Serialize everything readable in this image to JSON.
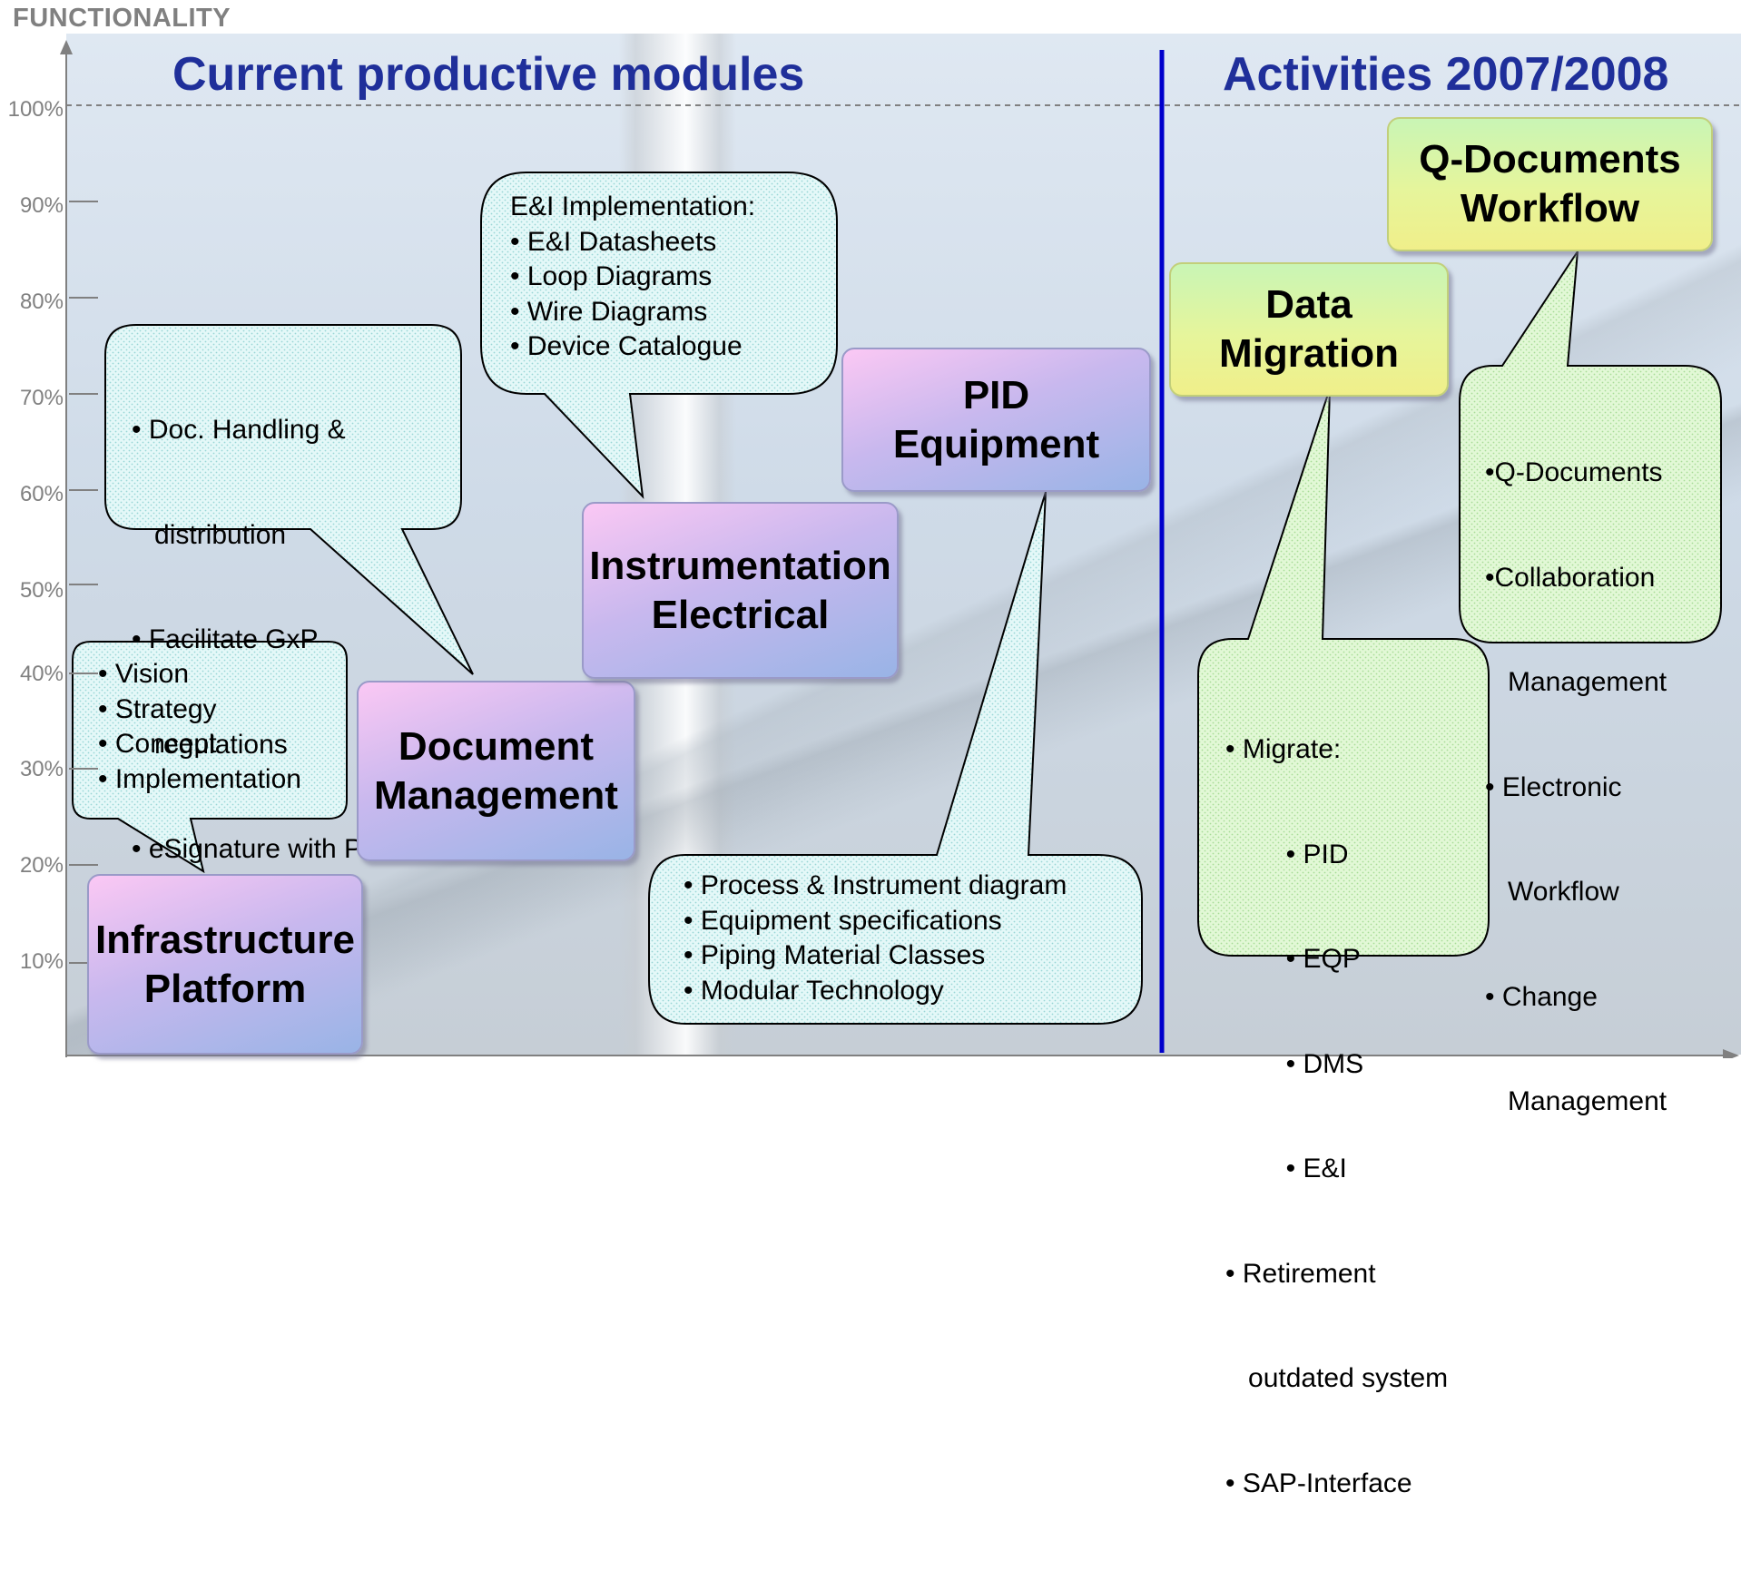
{
  "y_axis": {
    "title": "FUNCTIONALITY",
    "ticks": [
      "100%",
      "90%",
      "80%",
      "70%",
      "60%",
      "50%",
      "40%",
      "30%",
      "20%",
      "10%"
    ]
  },
  "sections": {
    "current": "Current productive modules",
    "activities": "Activities 2007/2008"
  },
  "modules": {
    "infrastructure": "Infrastructure\nPlatform",
    "document": "Document\nManagement",
    "instrumentation": "Instrumentation\nElectrical",
    "pid": "PID\nEquipment",
    "migration": "Data\nMigration",
    "qdocs": "Q-Documents\nWorkflow"
  },
  "callouts": {
    "infrastructure": [
      "• Vision",
      "• Strategy",
      "• Concept",
      "• Implementation"
    ],
    "document": [
      "• Doc. Handling &",
      "   distribution",
      "• Facilitate GxP",
      "   regulations",
      "• eSignature with PKI"
    ],
    "instrumentation": [
      "E&I Implementation:",
      "• E&I Datasheets",
      "• Loop Diagrams",
      "• Wire Diagrams",
      "• Device Catalogue"
    ],
    "pid": [
      "• Process & Instrument diagram",
      "• Equipment specifications",
      "• Piping Material Classes",
      "• Modular Technology"
    ],
    "migration": [
      "• Migrate:",
      "        • PID",
      "        • EQP",
      "        • DMS",
      "        • E&I",
      "• Retirement",
      "   outdated system",
      "• SAP-Interface"
    ],
    "qdocs": [
      "•Q-Documents",
      "•Collaboration",
      "   Management",
      "• Electronic",
      "   Workflow",
      "• Change",
      "   Management"
    ]
  },
  "colors": {
    "title": "#1f2f9a",
    "divider": "#0000cc",
    "callout_current": "#e2f8f8",
    "callout_activities": "#e0f8d4"
  }
}
